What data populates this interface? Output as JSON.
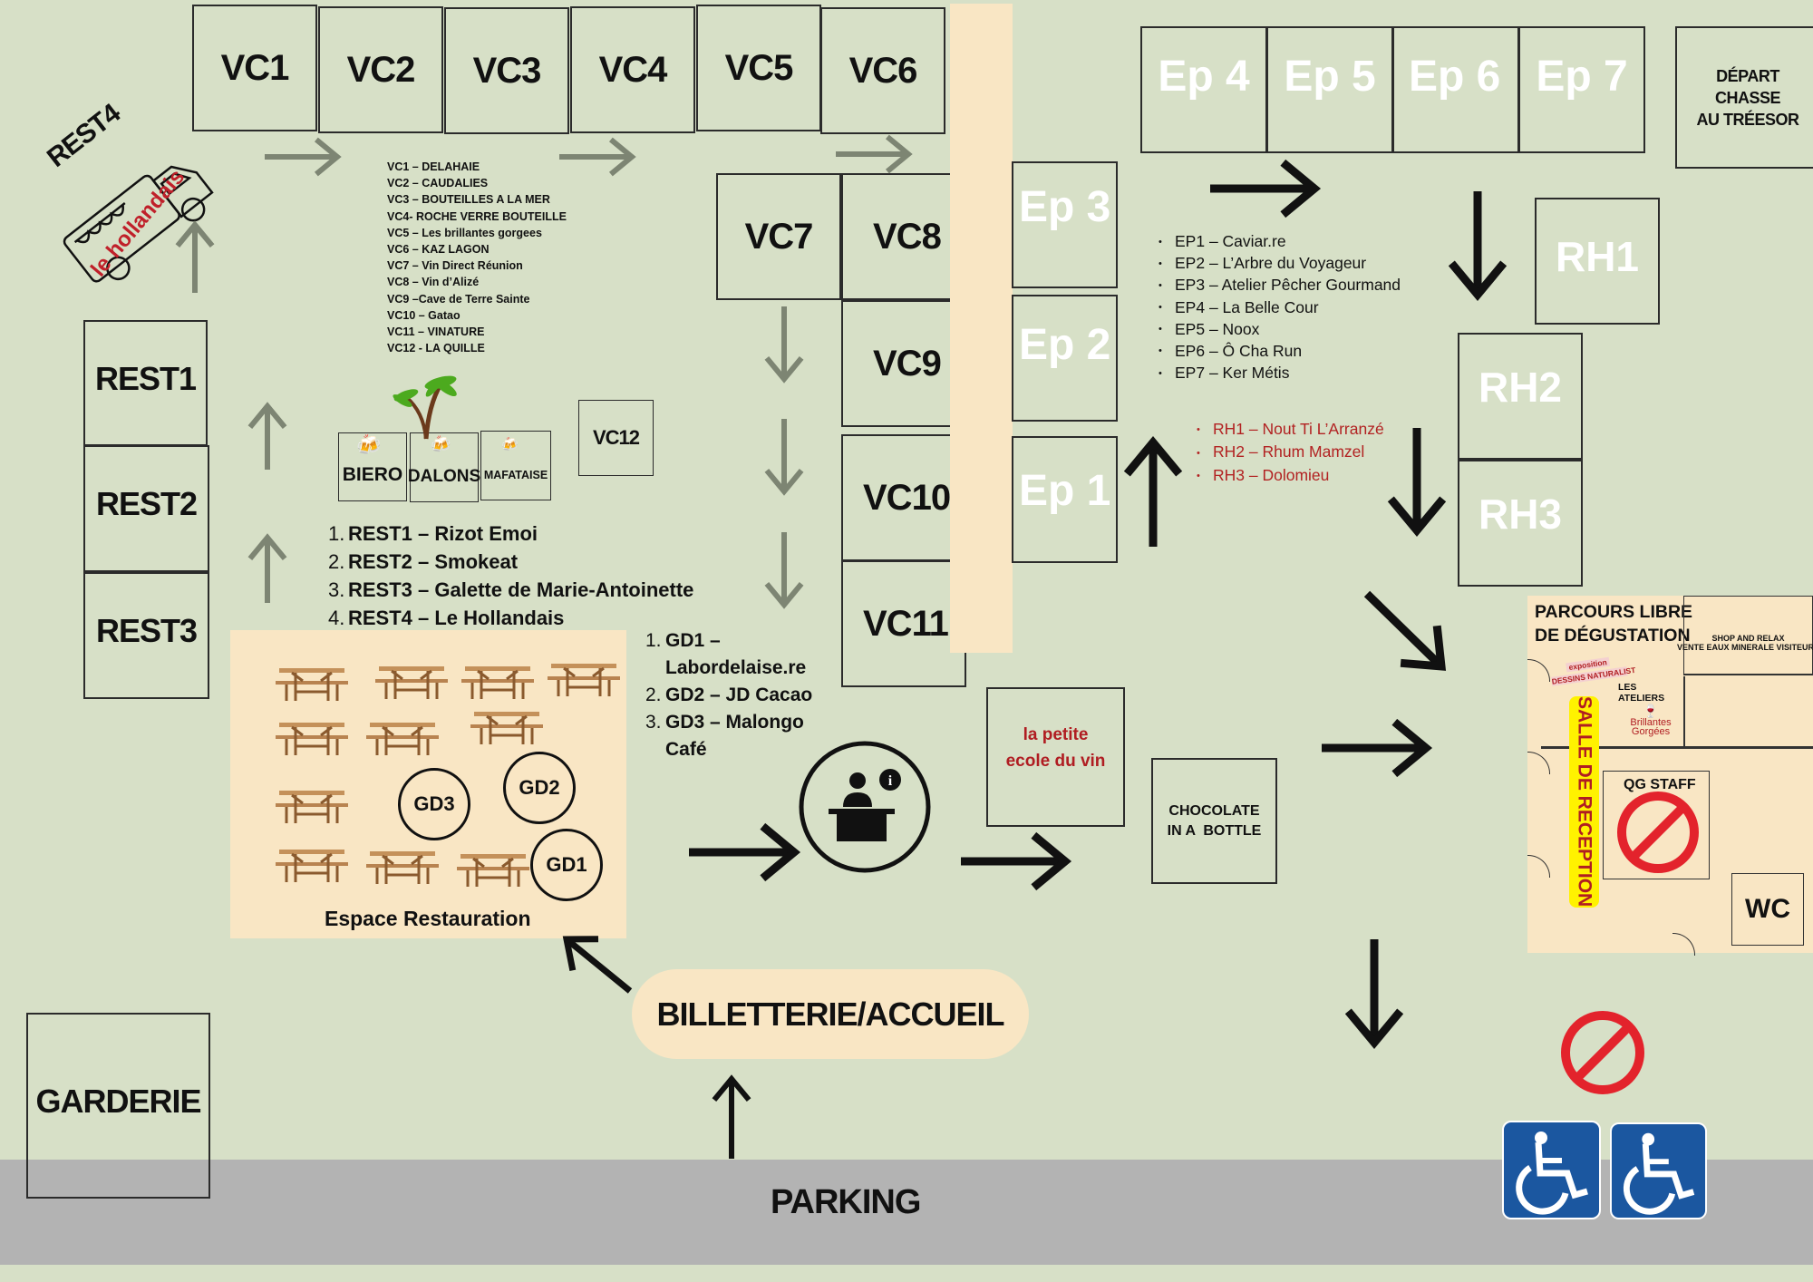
{
  "map": {
    "vc_stands": [
      {
        "id": "VC1"
      },
      {
        "id": "VC2"
      },
      {
        "id": "VC3"
      },
      {
        "id": "VC4"
      },
      {
        "id": "VC5"
      },
      {
        "id": "VC6"
      },
      {
        "id": "VC7"
      },
      {
        "id": "VC8"
      },
      {
        "id": "VC9"
      },
      {
        "id": "VC10"
      },
      {
        "id": "VC11"
      },
      {
        "id": "VC12"
      }
    ],
    "vc_legend": [
      "VC1 – DELAHAIE",
      "VC2 – CAUDALIES",
      "VC3 – BOUTEILLES A LA MER",
      "VC4- ROCHE VERRE BOUTEILLE",
      "VC5 – Les brillantes gorgees",
      "VC6 – KAZ LAGON",
      "VC7 – Vin Direct Réunion",
      "VC8 – Vin d’Alizé",
      "VC9 –Cave de Terre Sainte",
      "VC10 – Gatao",
      "VC11 –  VINATURE",
      "VC12 - LA QUILLE"
    ],
    "ep_stands": [
      "Ep 1",
      "Ep 2",
      "Ep 3",
      "Ep 4",
      "Ep 5",
      "Ep 6",
      "Ep 7"
    ],
    "ep_legend": [
      "EP1 – Caviar.re",
      "EP2 – L’Arbre du Voyageur",
      "EP3 – Atelier Pêcher Gourmand",
      "EP4 – La Belle Cour",
      "EP5 – Noox",
      "EP6 – Ô Cha Run",
      "EP7 – Ker Métis"
    ],
    "rh_stands": [
      "RH1",
      "RH2",
      "RH3"
    ],
    "rh_legend": [
      "RH1 – Nout Ti L’Arranzé",
      "RH2 – Rhum Mamzel",
      "RH3 – Dolomieu"
    ],
    "rest_stands": [
      "REST1",
      "REST2",
      "REST3"
    ],
    "rest4": {
      "label": "REST4",
      "brand": "le hollandais"
    },
    "rest_legend": [
      {
        "num": "1.",
        "text": "REST1 – Rizot Emoi"
      },
      {
        "num": "2.",
        "text": "REST2 – Smokeat"
      },
      {
        "num": "3.",
        "text": "REST3 – Galette de Marie-Antoinette"
      },
      {
        "num": "4.",
        "text": "REST4 – Le Hollandais"
      }
    ],
    "beer_stands": [
      "BIERO",
      "DALONS",
      "MAFATAISE"
    ],
    "gd_stands": [
      "GD1",
      "GD2",
      "GD3"
    ],
    "gd_legend": [
      {
        "num": "1.",
        "text": "GD1 –"
      },
      {
        "num": "",
        "text": "Labordelaise.re"
      },
      {
        "num": "2.",
        "text": "GD2 – JD Cacao"
      },
      {
        "num": "3.",
        "text": "GD3 – Malongo"
      },
      {
        "num": "",
        "text": "Café"
      }
    ],
    "dining_area": {
      "label": "Espace Restauration"
    },
    "depart_chasse": [
      "DÉPART",
      "CHASSE",
      "AU TRÉESOR"
    ],
    "petite_ecole": [
      "la petite",
      "ecole du vin"
    ],
    "chocolate": [
      "CHOCOLATE",
      "IN A  BOTTLE"
    ],
    "billetterie": "BILLETTERIE/ACCUEIL",
    "garderie": "GARDERIE",
    "parking": "PARKING",
    "reception_building": {
      "title": [
        "PARCOURS LIBRE",
        "DE DÉGUSTATION"
      ],
      "shop": [
        "SHOP AND RELAX",
        "VENTE EAUX MINERALE VISITEURS"
      ],
      "ateliers": "LES ATELIERS",
      "ateliers_brand": [
        "Brillantes",
        "Gorgées"
      ],
      "exposition": [
        "exposition",
        "DESSINS NATURALIST"
      ],
      "salle": "SALLE DE RECEPTION",
      "qg_staff": "QG STAFF",
      "wc": "WC"
    },
    "colors": {
      "background": "#d7e0c7",
      "cream": "#f9e6c4",
      "parking": "#b3b3b3",
      "arrow_grey": "#7d8573",
      "red_text": "#b22222",
      "no_entry_red": "#e3232c",
      "accessible_blue": "#1b57a0",
      "salle_yellow": "#fff200"
    }
  }
}
